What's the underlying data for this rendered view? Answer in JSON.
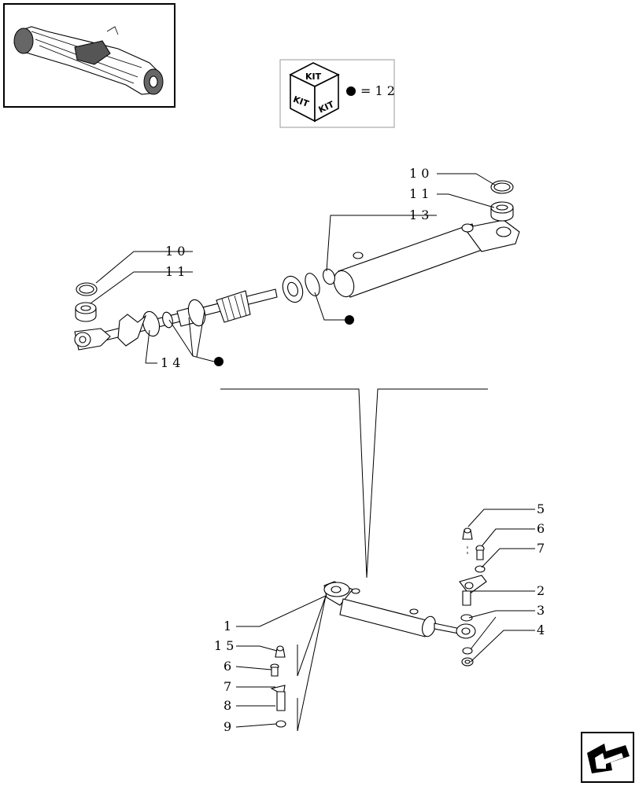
{
  "kit_legend": {
    "box_top": "KIT",
    "box_left": "KIT",
    "box_right": "KIT",
    "dot_equals": "= 1 2"
  },
  "callouts": {
    "c10_top": "1 0",
    "c11_top": "1 1",
    "c13": "1 3",
    "c10_left": "1 0",
    "c11_left": "1 1",
    "c14": "1 4",
    "c5": "5",
    "c6_right": "6",
    "c7_right": "7",
    "c2": "2",
    "c3": "3",
    "c4": "4",
    "c1": "1",
    "c15": "1 5",
    "c6_left": "6",
    "c7_left": "7",
    "c8": "8",
    "c9": "9"
  },
  "icons": {
    "thumbnail": "axle-assembly-thumbnail",
    "kit": "kit-box-icon",
    "nav": "next-page-arrow-icon"
  }
}
